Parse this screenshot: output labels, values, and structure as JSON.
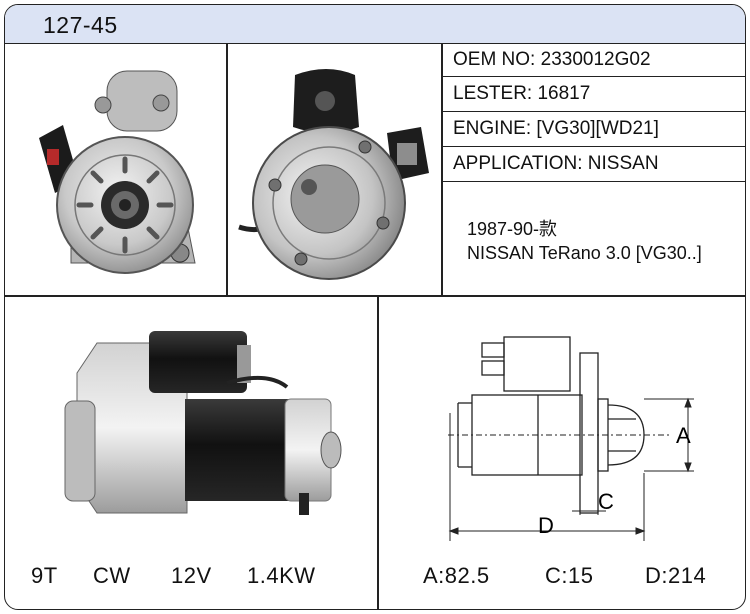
{
  "header": {
    "model": "127-45"
  },
  "specs": [
    {
      "label": "OEM NO:",
      "value": "2330012G02"
    },
    {
      "label": "LESTER:",
      "value": "16817"
    },
    {
      "label": "ENGINE:",
      "value": "[VG30][WD21]"
    },
    {
      "label": "APPLICATION:",
      "value": "NISSAN"
    }
  ],
  "application": {
    "years": "1987-90-款",
    "vehicle": "NISSAN TeRano 3.0 [VG30..]"
  },
  "ratings": {
    "teeth": "9T",
    "rotation": "CW",
    "voltage": "12V",
    "power": "1.4KW"
  },
  "dimensions": {
    "A": "A:82.5",
    "C": "C:15",
    "D": "D:214",
    "labels": {
      "a": "A",
      "c": "C",
      "d": "D"
    }
  },
  "colors": {
    "header_bg": "#dbe3f4",
    "border": "#222222"
  }
}
